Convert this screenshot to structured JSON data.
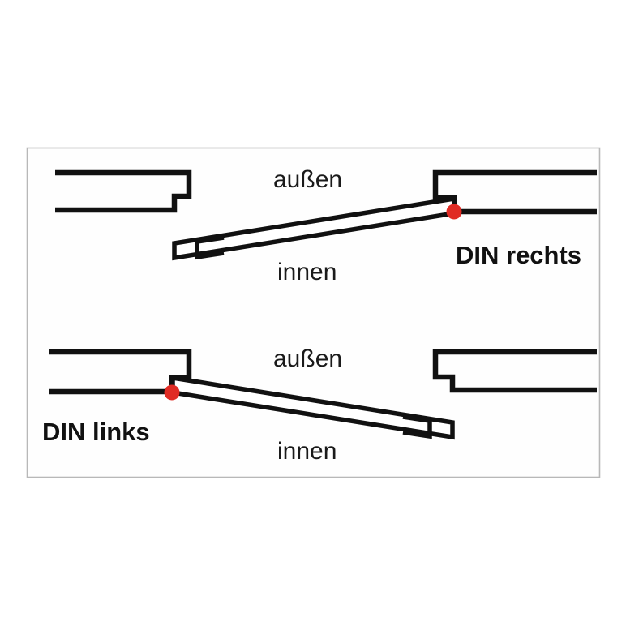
{
  "diagram": {
    "title": "DIN door hand designation diagram",
    "colors": {
      "line": "#111111",
      "hinge": "#e02b24",
      "frame_border": "#b8b8b8",
      "background": "#ffffff",
      "panel_fill": "#fefefe"
    },
    "panels": [
      {
        "id": "din-rechts",
        "hand_label": "DIN rechts",
        "outside_label": "außen",
        "inside_label": "innen",
        "hinge_side": "right",
        "handle_side": "left"
      },
      {
        "id": "din-links",
        "hand_label": "DIN links",
        "outside_label": "außen",
        "inside_label": "innen",
        "hinge_side": "left",
        "handle_side": "right"
      }
    ],
    "labels": {
      "aussen_top": "außen",
      "innen_top": "innen",
      "din_rechts": "DIN rechts",
      "aussen_bottom": "außen",
      "innen_bottom": "innen",
      "din_links": "DIN links"
    }
  }
}
